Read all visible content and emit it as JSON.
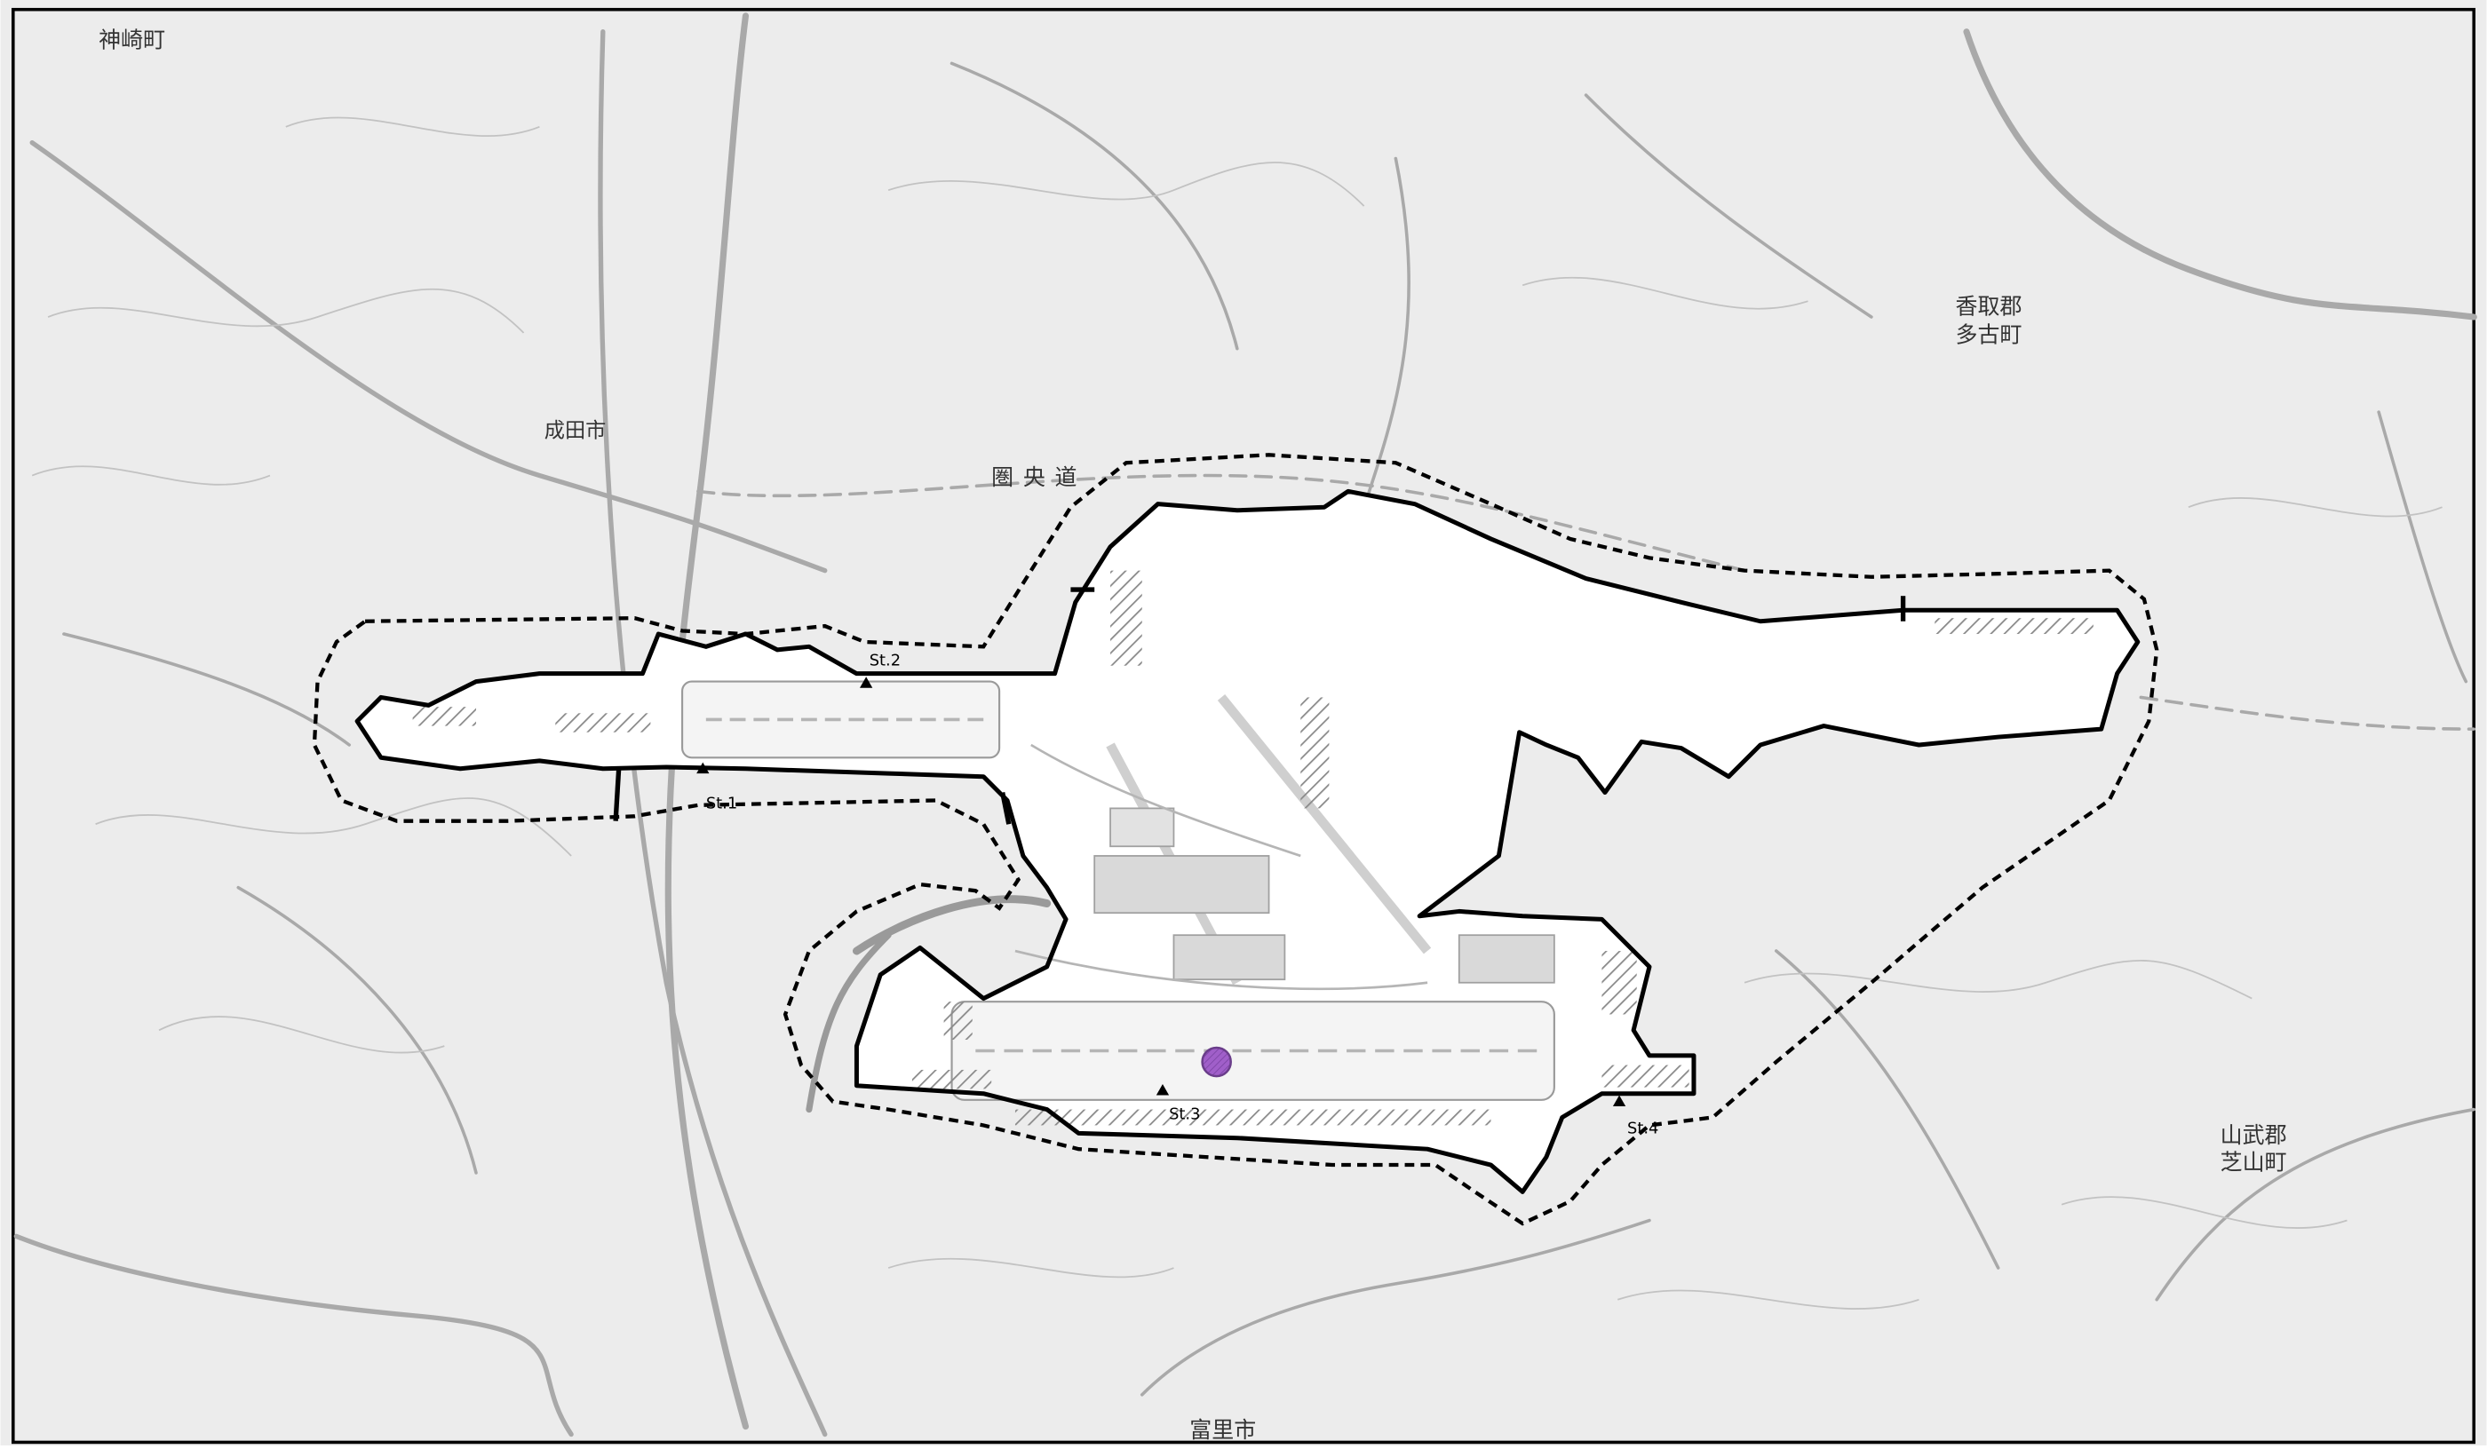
{
  "map": {
    "place_labels": {
      "kanzaki": "神崎町",
      "narita": "成田市",
      "katori_1": "香取郡",
      "katori_2": "多古町",
      "sanbu_1": "山武郡",
      "sanbu_2": "芝山町",
      "tomisato": "富里市",
      "ken_o": "圏央道"
    },
    "stations": {
      "st1": "St.1",
      "st2": "St.2",
      "st3": "St.3",
      "st4": "St.4"
    },
    "colors": {
      "background": "#ededed",
      "base_lines": "#b9b9b9",
      "boundary": "#000000",
      "airport_fill": "#ffffff",
      "marker_fill": "#a05fc9",
      "marker_stroke": "#6a3d8a"
    }
  }
}
